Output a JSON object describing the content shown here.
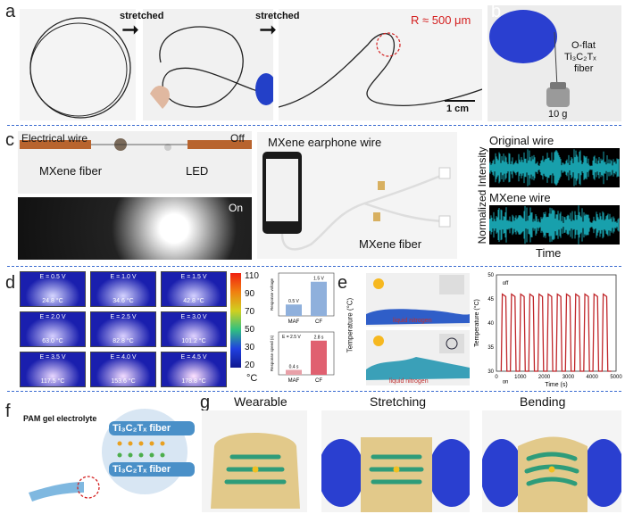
{
  "panel_a": {
    "label": "a",
    "arrow1": "stretched",
    "arrow2": "stretched",
    "radius": "R ≈ 500 μm",
    "scale": "1 cm"
  },
  "panel_b": {
    "label": "b",
    "fiber_line1": "O-flat",
    "fiber_line2": "Ti₃C₂Tₓ",
    "fiber_line3": "fiber",
    "weight": "10 g"
  },
  "panel_c": {
    "label": "c",
    "electrical_wire": "Electrical wire",
    "off": "Off",
    "mxene_fiber": "MXene fiber",
    "led": "LED",
    "on": "On",
    "earphone_title": "MXene earphone wire",
    "earphone_fiber": "MXene fiber",
    "original_wire": "Original wire",
    "mxene_wire": "MXene wire",
    "ylabel": "Normalized Intensity",
    "xlabel": "Time"
  },
  "panel_d": {
    "label": "d",
    "thermo": [
      {
        "e": "E = 0.5 V",
        "t": "24.8 °C"
      },
      {
        "e": "E = 1.0 V",
        "t": "34.6 °C"
      },
      {
        "e": "E = 1.5 V",
        "t": "42.8 °C"
      },
      {
        "e": "E = 2.0 V",
        "t": "63.0 °C"
      },
      {
        "e": "E = 2.5 V",
        "t": "82.8 °C"
      },
      {
        "e": "E = 3.0 V",
        "t": "101.2 °C"
      },
      {
        "e": "E = 3.5 V",
        "t": "117.5 °C"
      },
      {
        "e": "E = 4.0 V",
        "t": "153.6 °C"
      },
      {
        "e": "E = 4.5 V",
        "t": "178.8 °C"
      }
    ],
    "colorbar_ticks": [
      "110",
      "90",
      "70",
      "50",
      "30",
      "20"
    ],
    "colorbar_unit": "°C",
    "bar1": {
      "ylabel": "Response voltage",
      "categories": [
        "MAF",
        "CF"
      ],
      "labels": [
        "0.5 V",
        "1.5 V"
      ],
      "values": [
        0.5,
        1.5
      ]
    },
    "bar2": {
      "ylabel": "Response speed (s)",
      "annotation": "E = 2.5 V",
      "categories": [
        "MAF",
        "CF"
      ],
      "labels": [
        "0.4 s",
        "2.8 s"
      ],
      "values": [
        0.4,
        2.8
      ]
    }
  },
  "panel_e": {
    "label": "e",
    "ylabel_3d": "Temperature (°C)",
    "liquid_nitrogen_1": "liquid nitrogen",
    "liquid_nitrogen_2": "liquid nitrogen",
    "off": "off",
    "on": "on"
  },
  "panel_f": {
    "label": "f",
    "electrolyte": "PAM gel electrolyte",
    "fiber_top": "Ti₃C₂Tₓ fiber",
    "fiber_bottom": "Ti₃C₂Tₓ fiber"
  },
  "panel_g": {
    "label": "g",
    "wearable": "Wearable",
    "stretching": "Stretching",
    "bending": "Bending"
  },
  "chart_data": {
    "type": "line",
    "xlabel": "Time (s)",
    "ylabel": "Temperature (°C)",
    "xlim": [
      0,
      5000
    ],
    "ylim": [
      30,
      50
    ],
    "xticks": [
      0,
      1000,
      2000,
      3000,
      4000,
      5000
    ],
    "yticks": [
      30,
      35,
      40,
      45,
      50
    ],
    "cycles": 12,
    "high": 46,
    "low": 30,
    "color": "#c0262a"
  }
}
